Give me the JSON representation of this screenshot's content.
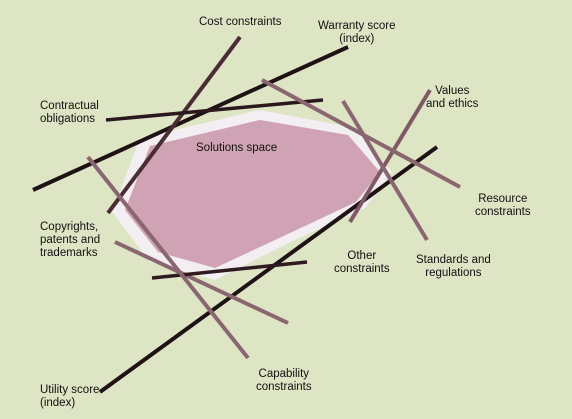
{
  "colors": {
    "background": "#dde5c4",
    "solutions_space_fill": "#cfa2b4",
    "solutions_space_edge": "#f2eef2",
    "dark_line": "#1e1215",
    "muted_line": "#8a6670"
  },
  "diagram": {
    "center_label": "Solutions space",
    "constraints": [
      {
        "id": "cost",
        "label": "Cost constraints"
      },
      {
        "id": "warranty",
        "label": "Warranty score\n(index)"
      },
      {
        "id": "contractual",
        "label": "Contractual\nobligations"
      },
      {
        "id": "values",
        "label": "Values\nand ethics"
      },
      {
        "id": "resource",
        "label": "Resource\nconstraints"
      },
      {
        "id": "copyrights",
        "label": "Copyrights,\npatents and\ntrademarks"
      },
      {
        "id": "other",
        "label": "Other\nconstraints"
      },
      {
        "id": "standards",
        "label": "Standards and\nregulations"
      },
      {
        "id": "capability",
        "label": "Capability\nconstraints"
      },
      {
        "id": "utility",
        "label": "Utility score\n(index)"
      }
    ]
  }
}
